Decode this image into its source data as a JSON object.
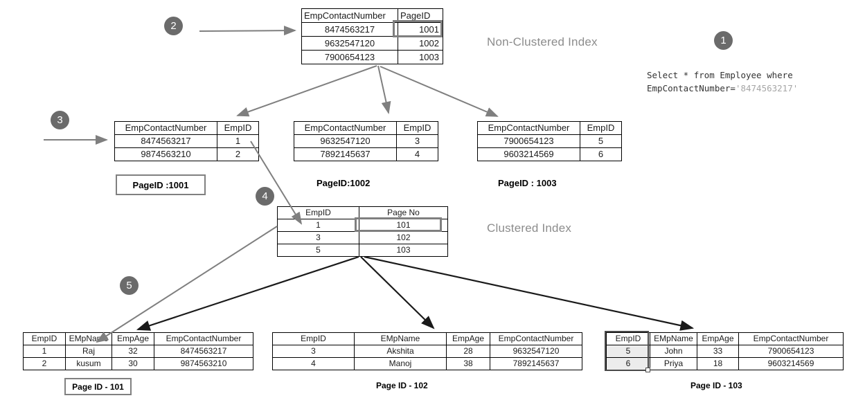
{
  "diagram": {
    "non_clustered_label": "Non-Clustered Index",
    "clustered_label": "Clustered Index",
    "query": {
      "line1": "Select * from Employee where",
      "field": "EmpContactNumber=",
      "value": "'8474563217'"
    },
    "steps": [
      "1",
      "2",
      "3",
      "4",
      "5"
    ]
  },
  "tables": {
    "root": {
      "headers": [
        "EmpContactNumber",
        "PageID"
      ],
      "rows": [
        [
          "8474563217",
          "1001"
        ],
        [
          "9632547120",
          "1002"
        ],
        [
          "7900654123",
          "1003"
        ]
      ],
      "highlighted_value": "1001"
    },
    "leaf1001": {
      "headers": [
        "EmpContactNumber",
        "EmpID"
      ],
      "rows": [
        [
          "8474563217",
          "1"
        ],
        [
          "9874563210",
          "2"
        ]
      ]
    },
    "leaf1002": {
      "headers": [
        "EmpContactNumber",
        "EmpID"
      ],
      "rows": [
        [
          "9632547120",
          "3"
        ],
        [
          "7892145637",
          "4"
        ]
      ]
    },
    "leaf1003": {
      "headers": [
        "EmpContactNumber",
        "EmpID"
      ],
      "rows": [
        [
          "7900654123",
          "5"
        ],
        [
          "9603214569",
          "6"
        ]
      ]
    },
    "clustered": {
      "headers": [
        "EmpID",
        "Page No"
      ],
      "rows": [
        [
          "1",
          "101"
        ],
        [
          "3",
          "102"
        ],
        [
          "5",
          "103"
        ]
      ],
      "highlighted_value": "101"
    },
    "page101": {
      "headers": [
        "EmpID",
        "EMpName",
        "EmpAge",
        "EmpContactNumber"
      ],
      "rows": [
        [
          "1",
          "Raj",
          "32",
          "8474563217"
        ],
        [
          "2",
          "kusum",
          "30",
          "9874563210"
        ]
      ]
    },
    "page102": {
      "headers": [
        "EmpID",
        "EMpName",
        "EmpAge",
        "EmpContactNumber"
      ],
      "rows": [
        [
          "3",
          "Akshita",
          "28",
          "9632547120"
        ],
        [
          "4",
          "Manoj",
          "38",
          "7892145637"
        ]
      ]
    },
    "page103": {
      "headers": [
        "EmpID",
        "EMpName",
        "EmpAge",
        "EmpContactNumber"
      ],
      "rows": [
        [
          "5",
          "John",
          "33",
          "7900654123"
        ],
        [
          "6",
          "Priya",
          "18",
          "9603214569"
        ]
      ],
      "highlight_col": 0,
      "highlighted_column": "EmpID"
    }
  },
  "page_labels": {
    "p1001": "PageID :1001",
    "p1002": "PageID:1002",
    "p1003": "PageID : 1003",
    "p101": "Page ID - 101",
    "p102": "Page ID - 102",
    "p103": "Page ID - 103"
  },
  "colors": {
    "arrow_gray": "#7f7f7f",
    "arrow_black": "#1a1a1a",
    "circle_gray": "#6b6b6b",
    "label_gray": "#8c8c8c",
    "highlight_ring": "#7f7f7f",
    "highlight_fill": "#ececec"
  }
}
